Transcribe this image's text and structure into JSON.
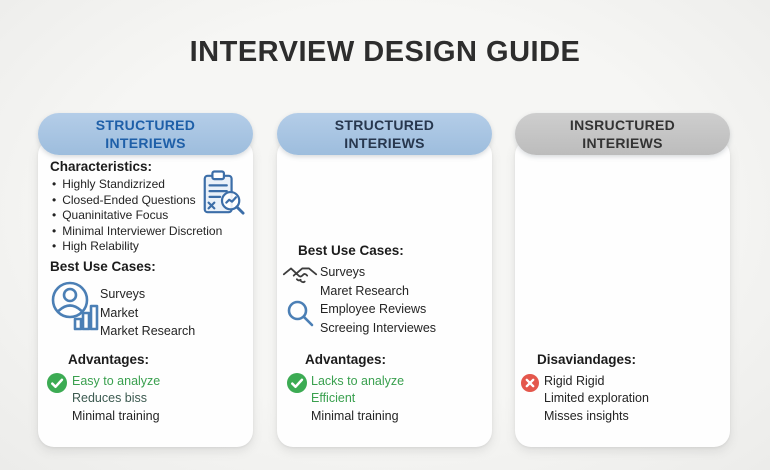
{
  "title": "INTERVIEW DESIGN GUIDE",
  "colors": {
    "background": "#f2f2f0",
    "card": "#fefefe",
    "pill_blue": "#a7c4e2",
    "pill_gray": "#c6c6c6",
    "header_blue_text": "#1e5fa8",
    "header_navy_text": "#27374e",
    "header_dark_text": "#333333",
    "body_text": "#242424",
    "green_text": "#3aa04f",
    "icon_blue": "#4b7fb5",
    "check_green": "#3cab53",
    "cross_red": "#e14b41"
  },
  "cards": {
    "structured1": {
      "header_line1": "STRUCTURED",
      "header_line2": "INTERIEWS",
      "characteristics_heading": "Characteristics:",
      "characteristics": [
        "Highly Standizrized",
        "Closed-Ended Questions",
        "Quaninitative Focus",
        "Minimal Interviewer Discretion",
        "High Relability"
      ],
      "best_use_cases_heading": "Best Use Cases:",
      "best_use_cases": [
        "Surveys",
        "Market",
        "Market Research"
      ],
      "advantages_heading": "Advantages:",
      "advantages": [
        "Easy to analyze",
        "Reduces biss",
        "Minimal training"
      ]
    },
    "structured2": {
      "header_line1": "STRUCTURED",
      "header_line2": "INTERIEWS",
      "best_use_cases_heading": "Best Use Cases:",
      "best_use_cases": [
        "Surveys",
        "Maret Research",
        "Employee Reviews",
        "Screeing Interviewes"
      ],
      "advantages_heading": "Advantages:",
      "advantages": [
        "Lacks to analyze",
        "Efficient",
        "Minimal training"
      ]
    },
    "unstructured": {
      "header_line1": "INSRUCTURED",
      "header_line2": "INTERIEWS",
      "disadvantages_heading": "Disaviandages:",
      "disadvantages": [
        "Rigid Rigid",
        "Limited exploration",
        "Misses insights"
      ]
    }
  },
  "icons": {
    "card1": [
      "clipboard-audit-icon",
      "user-analytics-icon",
      "check-circle-icon"
    ],
    "card2": [
      "handshake-icon",
      "search-icon",
      "check-circle-icon"
    ],
    "card3": [
      "cross-circle-icon"
    ]
  }
}
